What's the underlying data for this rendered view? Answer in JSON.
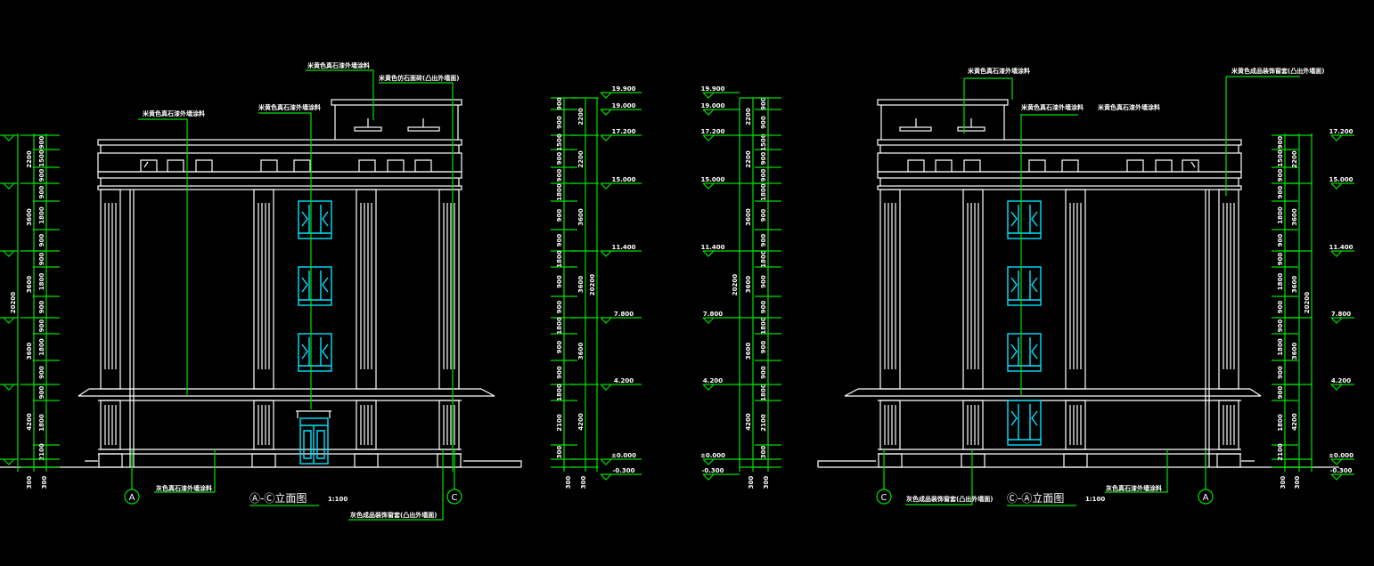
{
  "left_elevation": {
    "title": "Ⓐ-Ⓒ立面图",
    "scale": "1:100",
    "axis_left": "A",
    "axis_right": "C",
    "callouts": [
      "米黄色真石漆外墙涂料",
      "米黄色真石漆外墙涂料",
      "米黄色真石漆外墙涂料",
      "米黄色仿石面砖(凸出外墙面)",
      "灰色真石漆外墙涂料",
      "灰色成品装饰窗套(凸出外墙面)"
    ]
  },
  "right_elevation": {
    "title": "Ⓒ-Ⓐ立面图",
    "scale": "1:100",
    "axis_left": "C",
    "axis_right": "A",
    "callouts": [
      "米黄色真石漆外墙涂料",
      "米黄色真石漆外墙涂料",
      "米黄色真石漆外墙涂料",
      "米黄色成品装饰窗套(凸出外墙面)",
      "灰色成品装饰窗套(凸出外墙面)",
      "灰色真石漆外墙涂料"
    ]
  },
  "levels": [
    "19.900",
    "19.000",
    "17.200",
    "15.000",
    "11.400",
    "7.800",
    "4.200",
    "±0.000",
    "-0.300"
  ],
  "dimensions": {
    "overall": "20200",
    "floors": [
      "2200",
      "3600",
      "3600",
      "3600",
      "4200",
      "300"
    ],
    "segments": [
      "900",
      "1500",
      "900",
      "900",
      "1800",
      "900",
      "900",
      "1800",
      "900",
      "900",
      "1800",
      "900",
      "900",
      "1800",
      "2100",
      "300"
    ]
  },
  "colors": {
    "background": "#000000",
    "outline": "#ffffff",
    "dimension": "#00e000",
    "window": "#00e5ff"
  }
}
